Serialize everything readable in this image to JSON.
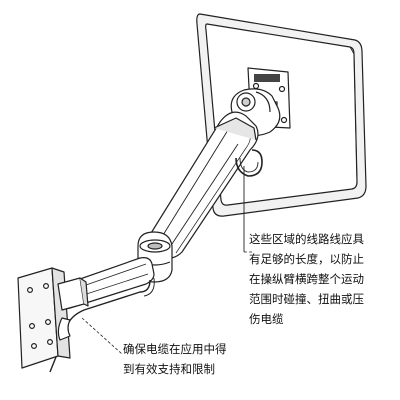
{
  "annotations": {
    "cable_length_note": {
      "lines": [
        "这些区域的线路线应具",
        "有足够的长度，以防止",
        "在操纵臂横跨整个运动",
        "范围时碰撞、扭曲或压",
        "伤电缆"
      ]
    },
    "cable_support_note": {
      "lines": [
        "确保电缆在应用中得",
        "到有效支持和限制"
      ]
    }
  },
  "colors": {
    "line": "#222222",
    "fill": "#ffffff",
    "shade": "#d9d9d9"
  }
}
